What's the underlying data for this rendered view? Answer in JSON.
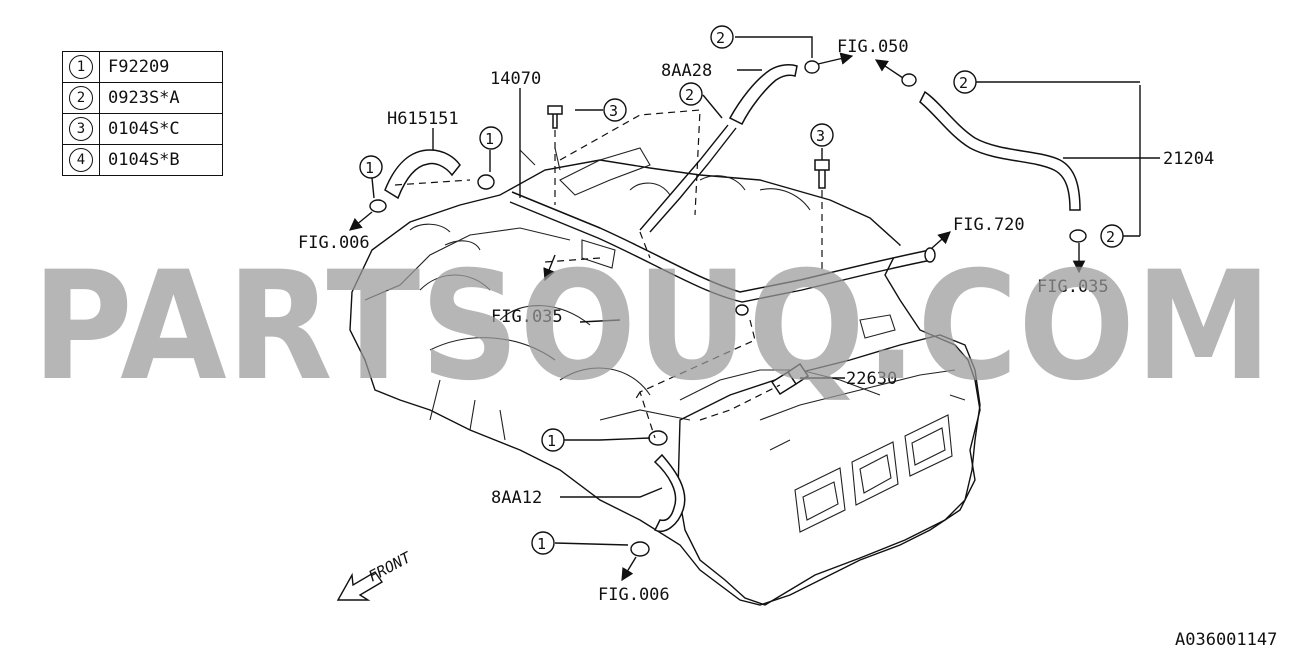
{
  "legend": [
    {
      "num": "1",
      "code": "F92209"
    },
    {
      "num": "2",
      "code": "0923S*A"
    },
    {
      "num": "3",
      "code": "0104S*C"
    },
    {
      "num": "4",
      "code": "0104S*B"
    }
  ],
  "labels": {
    "p14070": "14070",
    "h615151": "H615151",
    "aa28": "8AA28",
    "p21204": "21204",
    "p22630": "22630",
    "aa12": "8AA12",
    "fig050": "FIG.050",
    "fig006_top": "FIG.006",
    "fig035_mid": "FIG.035",
    "fig720": "FIG.720",
    "fig035_right": "FIG.035",
    "fig006_bottom": "FIG.006",
    "front": "FRONT",
    "diagram_code": "A036001147"
  },
  "callouts": {
    "c1a": "1",
    "c1b": "1",
    "c1c": "1",
    "c1d": "1",
    "c2a": "2",
    "c2b": "2",
    "c2c": "2",
    "c2d": "2",
    "c3a": "3",
    "c3b": "3"
  },
  "watermark": "PARTSOUQ.COM"
}
